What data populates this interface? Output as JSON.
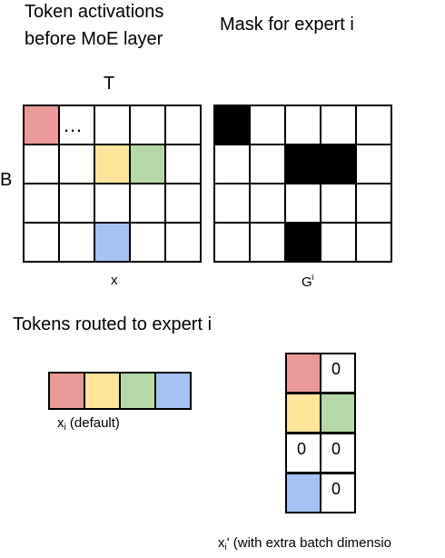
{
  "titles": {
    "activations_line1": "Token activations",
    "activations_line2": "before MoE layer",
    "mask": "Mask for expert i",
    "routed": "Tokens routed to expert i"
  },
  "axes": {
    "t": "T",
    "b": "B"
  },
  "labels": {
    "x": "x",
    "g_base": "G",
    "g_sup": "i",
    "xi_base": "x",
    "xi_sub": "i",
    "xi_rest": " (default)",
    "xip_base": "x",
    "xip_sub": "i",
    "xip_rest": "' (with extra batch dimensio",
    "ellipsis": "…",
    "zero": "0"
  },
  "colors": {
    "red": "#ea9999",
    "yellow": "#ffe599",
    "green": "#b6d7a8",
    "blue": "#a4c2f4",
    "black": "#000000",
    "white": "#ffffff"
  },
  "activations_grid": [
    [
      "red",
      "ellipsis",
      "",
      "",
      ""
    ],
    [
      "",
      "",
      "yellow",
      "green",
      ""
    ],
    [
      "",
      "",
      "",
      "",
      ""
    ],
    [
      "",
      "",
      "blue",
      "",
      ""
    ]
  ],
  "mask_grid": [
    [
      1,
      0,
      0,
      0,
      0
    ],
    [
      0,
      0,
      1,
      1,
      0
    ],
    [
      0,
      0,
      0,
      0,
      0
    ],
    [
      0,
      0,
      1,
      0,
      0
    ]
  ],
  "routed_default": [
    "red",
    "yellow",
    "green",
    "blue"
  ],
  "routed_batched": [
    [
      "red",
      "0"
    ],
    [
      "yellow",
      "green"
    ],
    [
      "0",
      "0"
    ],
    [
      "blue",
      "0"
    ]
  ]
}
